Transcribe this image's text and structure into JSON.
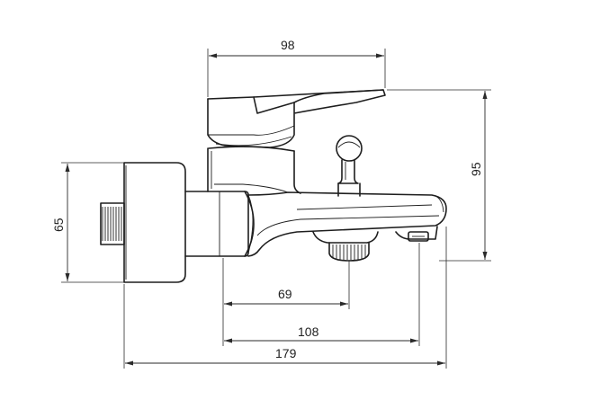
{
  "dimensions": {
    "top_width": "98",
    "height_right": "95",
    "height_left": "65",
    "spout_outlet": "69",
    "diverter_reach": "108",
    "overall_length": "179"
  }
}
